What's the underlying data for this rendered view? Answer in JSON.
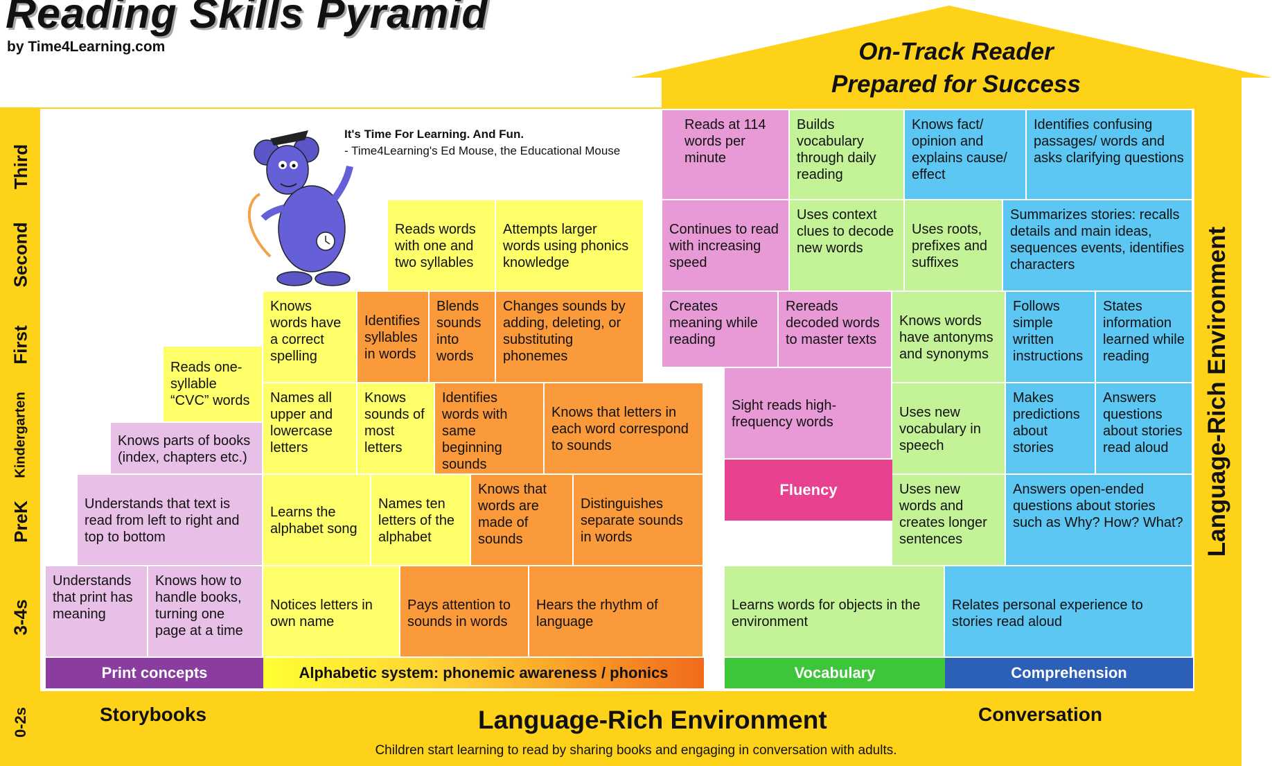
{
  "title": "Reading Skills Pyramid",
  "byline": "by Time4Learning.com",
  "roof": {
    "line1": "On-Track Reader",
    "line2": "Prepared for Success"
  },
  "side_label": "Language-Rich Environment",
  "quote": {
    "line1": "It's Time For Learning. And Fun.",
    "line2": "- Time4Learning's Ed Mouse, the Educational Mouse"
  },
  "grades": [
    "Third",
    "Second",
    "First",
    "Kindergarten",
    "PreK",
    "3-4s",
    "0-2s"
  ],
  "categories": {
    "print": "Print concepts",
    "alpha": "Alphabetic system: phonemic awareness / phonics",
    "vocab": "Vocabulary",
    "comp": "Comprehension",
    "fluency": "Fluency"
  },
  "colors": {
    "background": "#ffd21a",
    "print": "#8a3d9f",
    "alpha": "#ffff33",
    "alpha_end": "#f26a1c",
    "vocab": "#3ec63a",
    "comp": "#2b5fb8",
    "fluency": "#e8418f"
  },
  "skills": {
    "print_understands_print": "Understands that print has meaning",
    "print_handle_books": "Knows how to handle books, turning one page at a time",
    "print_left_right": "Understands that text is read from left to right and top to bottom",
    "print_parts_books": "Knows parts of books (index, chapters etc.)",
    "print_cvc": "Reads one-syllable “CVC” words",
    "alpha_notices_letters": "Notices letters in own name",
    "alpha_pays_attention": "Pays attention to sounds in words",
    "alpha_rhythm": "Hears the rhythm of language",
    "alpha_alphabet_song": "Learns the alphabet song",
    "alpha_ten_letters": "Names ten letters of the alphabet",
    "alpha_words_made": "Knows that words are made of sounds",
    "alpha_distinguishes": "Distinguishes separate sounds in words",
    "alpha_upper_lower": "Names all upper and lowercase letters",
    "alpha_sounds_letters": "Knows sounds of most letters",
    "alpha_same_beginning": "Identifies words with same beginning sounds",
    "alpha_letters_correspond": "Knows that letters in each word correspond to sounds",
    "alpha_correct_spelling": "Knows words have a correct spelling",
    "alpha_syllables": "Identifies syllables in words",
    "alpha_blends": "Blends sounds into words",
    "alpha_changes_sounds": "Changes sounds by adding, deleting, or substituting phonemes",
    "alpha_one_two_syll": "Reads words with one and two syllables",
    "alpha_larger_words": "Attempts larger words using phonics knowledge",
    "fl_114": "Reads at 114 words per minute",
    "fl_speed": "Continues to read with increasing speed",
    "fl_meaning": "Creates meaning while reading",
    "fl_rereads": "Rereads decoded words to master texts",
    "fl_sight": "Sight reads high-frequency words",
    "vo_builds": "Builds vocabulary through daily reading",
    "vo_context": "Uses context clues to decode new words",
    "vo_roots": "Uses roots, prefixes and suffixes",
    "vo_antonyms": "Knows words have antonyms and  synonyms",
    "vo_speech": "Uses new vocabulary in speech",
    "vo_longer": "Uses new words and creates longer sentences",
    "vo_objects": "Learns words for objects in the environment",
    "co_fact": "Knows fact/ opinion and explains cause/ effect",
    "co_confusing": "Identifies confusing passages/ words and asks clarifying questions",
    "co_summarizes": "Summarizes stories: recalls details and main ideas, sequences events, identifies characters",
    "co_follows": "Follows simple written instructions",
    "co_states": "States information learned while reading",
    "co_predictions": "Makes predictions about stories",
    "co_answers": "Answers questions about stories read aloud",
    "co_open_ended": "Answers open-ended questions about stories such as Why? How? What?",
    "co_personal": "Relates personal experience to stories read aloud"
  },
  "bottom": {
    "storybooks": "Storybooks",
    "environment": "Language-Rich Environment",
    "conversation": "Conversation",
    "caption": "Children start learning to read by sharing books and engaging in conversation with adults."
  }
}
